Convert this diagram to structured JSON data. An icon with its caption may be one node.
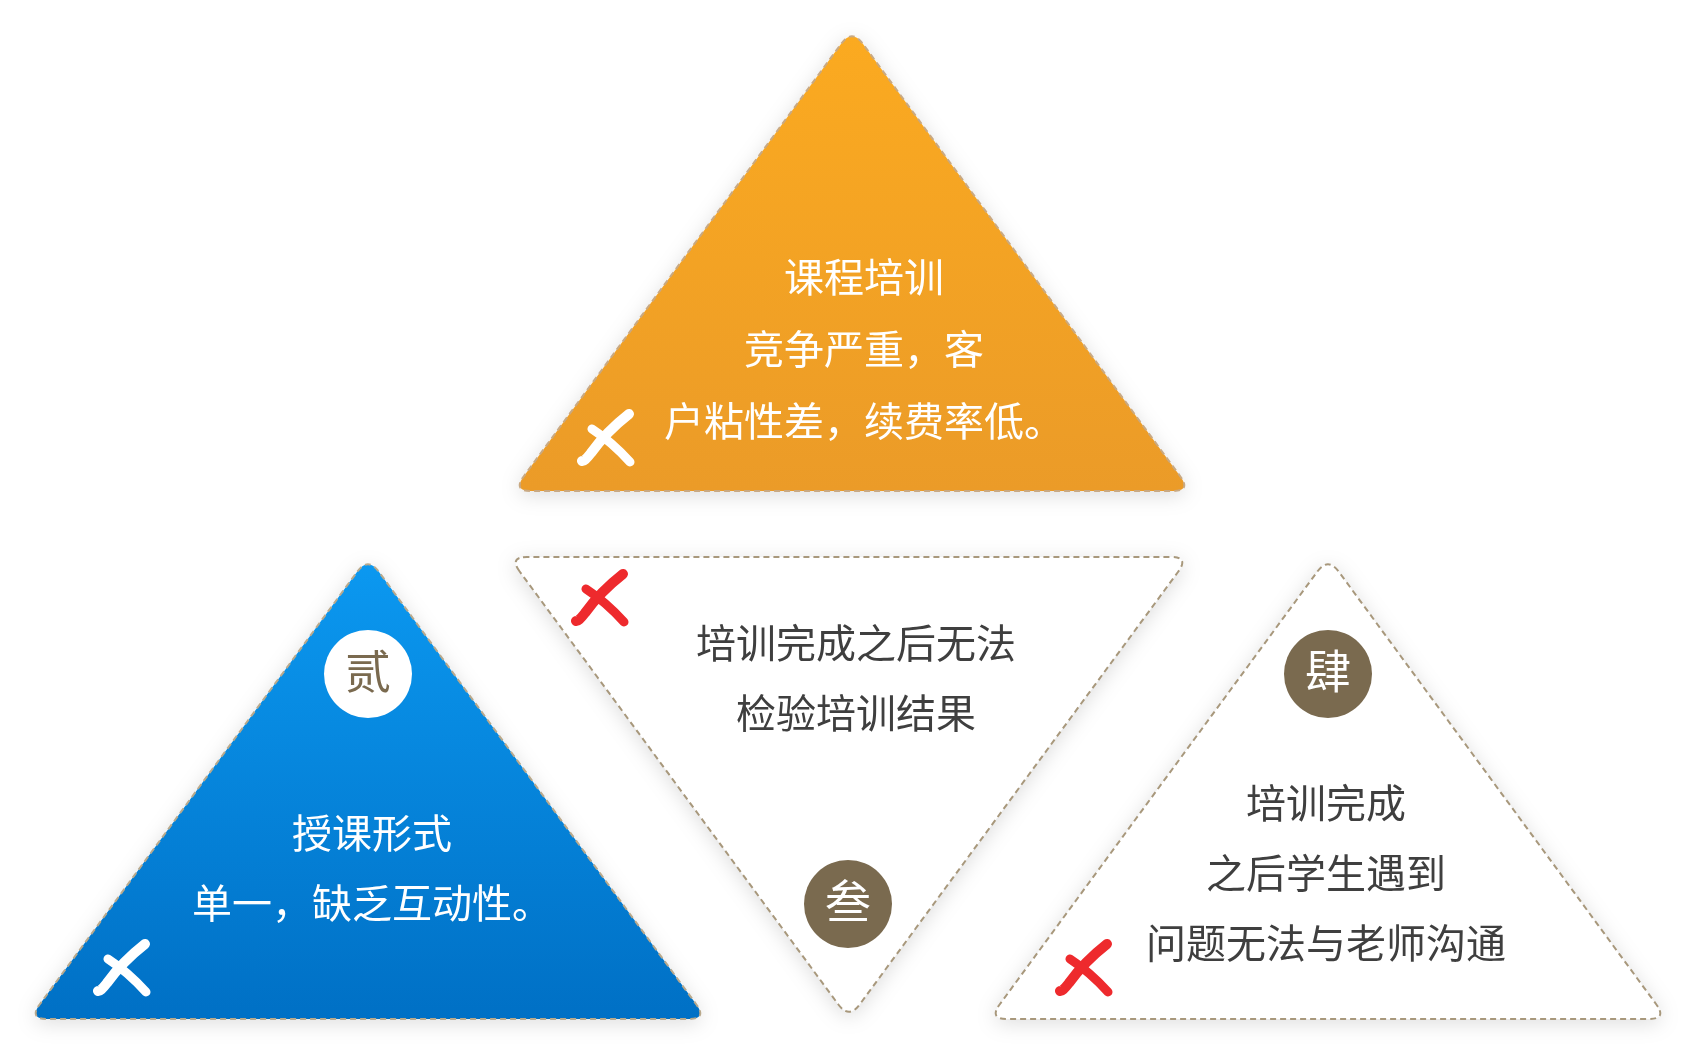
{
  "diagram": {
    "nodes": [
      {
        "text": [
          "课程培训竞争严重，客户粘性差，续费率低。"
        ]
      },
      {
        "text": [
          "授课形式单一，缺乏互动性。"
        ]
      },
      {
        "text": [
          "贰"
        ],
        "in": 1
      },
      {
        "text": [
          "培训完成之后无法检验培训结果"
        ]
      },
      {
        "text": [
          "叁"
        ],
        "in": 3
      },
      {
        "text": [
          "培训完成之后学生遇到问题无法与老师沟通"
        ]
      },
      {
        "text": [
          "肆"
        ],
        "in": 5
      }
    ]
  }
}
